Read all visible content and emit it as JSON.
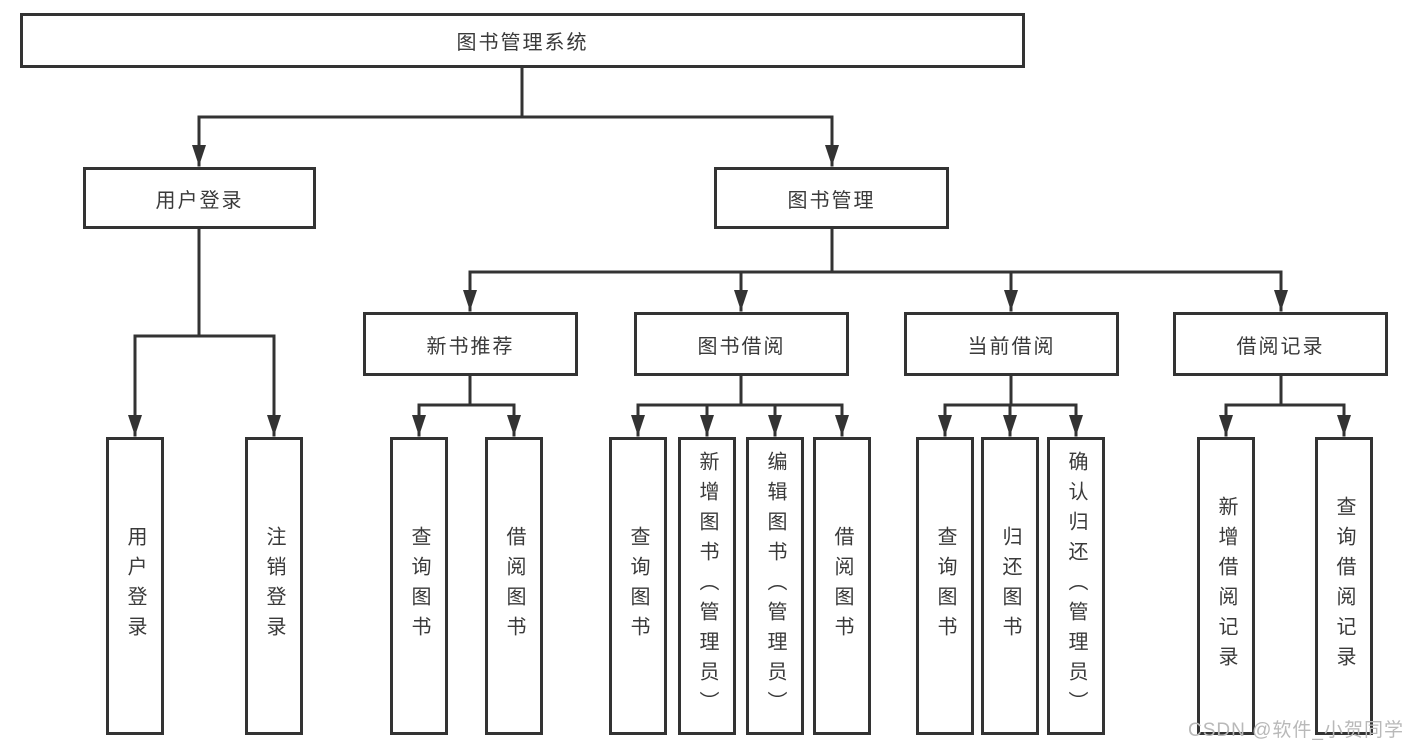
{
  "tree": {
    "root": {
      "label": "图书管理系统"
    },
    "level1": [
      {
        "label": "用户登录",
        "children": [
          "用户登录",
          "注销登录"
        ]
      },
      {
        "label": "图书管理"
      }
    ],
    "level2": [
      {
        "label": "新书推荐",
        "children": [
          "查询图书",
          "借阅图书"
        ]
      },
      {
        "label": "图书借阅",
        "children": [
          "查询图书",
          "新增图书（管理员）",
          "编辑图书（管理员）",
          "借阅图书"
        ]
      },
      {
        "label": "当前借阅",
        "children": [
          "查询图书",
          "归还图书",
          "确认归还（管理员）"
        ]
      },
      {
        "label": "借阅记录",
        "children": [
          "新增借阅记录",
          "查询借阅记录"
        ]
      }
    ]
  },
  "watermark": {
    "text": "CSDN @软件_小贺同学"
  },
  "colors": {
    "line": "#333333",
    "box_border": "#333333",
    "box_background": "#ffffff",
    "text": "#3a3a3a",
    "watermark": "#b9b9b9",
    "page_background": "#ffffff"
  }
}
